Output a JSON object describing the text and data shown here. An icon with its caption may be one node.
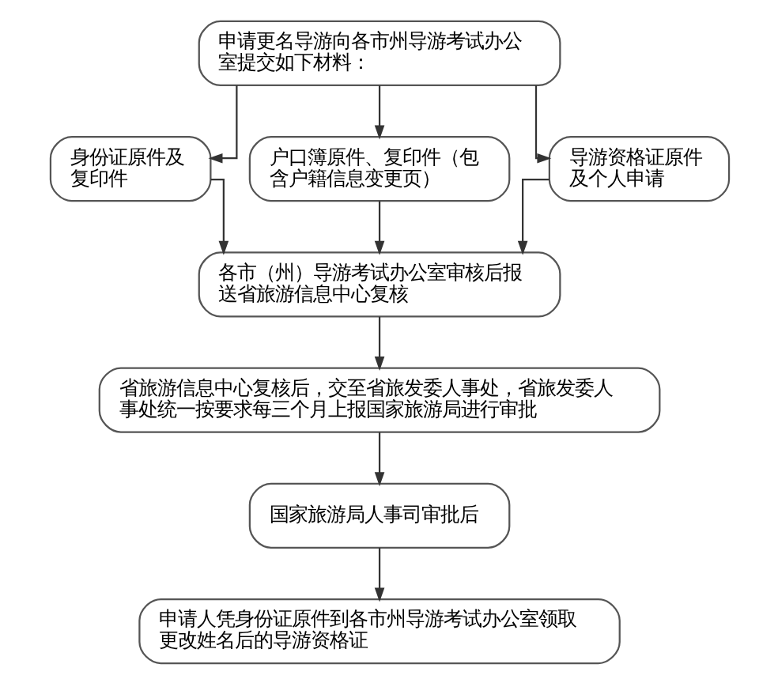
{
  "diagram": {
    "nodes": [
      {
        "text": [
          "申请更名导游向各市州导游考试办公室提交如下材料："
        ]
      },
      {
        "text": [
          "身份证原件及复印件"
        ]
      },
      {
        "text": [
          "户口簿原件、复印件（包含户籍信息变更页）"
        ]
      },
      {
        "text": [
          "导游资格证原件及个人申请"
        ]
      },
      {
        "text": [
          "各市（州）导游考试办公室审核后报送省旅游信息中心复核"
        ]
      },
      {
        "text": [
          "省旅游信息中心复核后，交至省旅发委人事处，省旅发委人事处统一按要求每三个月上报国家旅游局进行审批"
        ]
      },
      {
        "text": [
          "国家旅游局人事司审批后"
        ]
      },
      {
        "text": [
          "申请人凭身份证原件到各市州导游考试办公室领取更改姓名后的导游资格证"
        ]
      }
    ],
    "edges": [
      {
        "from": 0,
        "to": 1,
        "arrow": "to"
      },
      {
        "from": 0,
        "to": 2,
        "arrow": "to"
      },
      {
        "from": 0,
        "to": 3,
        "arrow": "to"
      },
      {
        "from": 1,
        "to": 4,
        "arrow": "to"
      },
      {
        "from": 2,
        "to": 4,
        "arrow": "to"
      },
      {
        "from": 3,
        "to": 4,
        "arrow": "to"
      },
      {
        "from": 4,
        "to": 5,
        "arrow": "to"
      },
      {
        "from": 5,
        "to": 6,
        "arrow": "to"
      },
      {
        "from": 6,
        "to": 7,
        "arrow": "to"
      }
    ]
  }
}
